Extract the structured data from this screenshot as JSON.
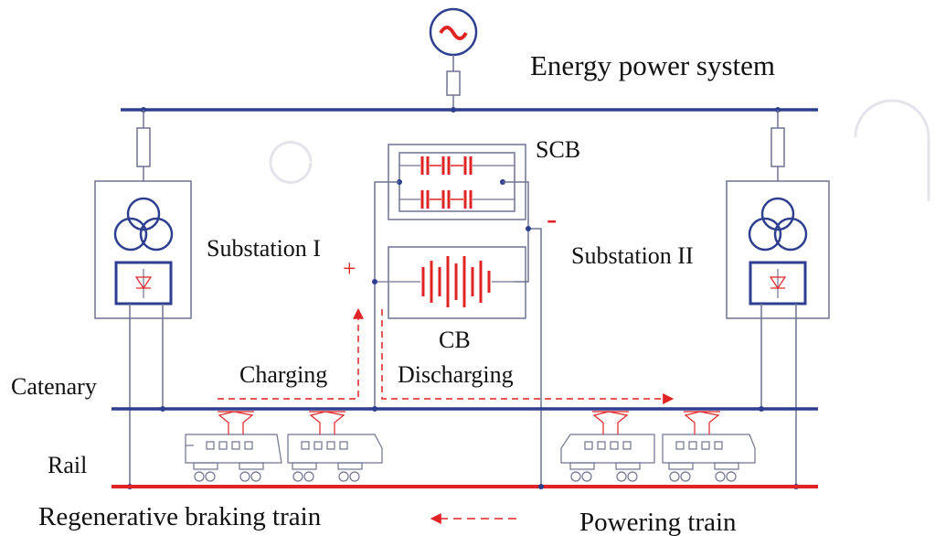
{
  "labels": {
    "energy_system": "Energy power system",
    "scb": "SCB",
    "substation_1": "Substation I",
    "substation_2": "Substation II",
    "cb": "CB",
    "plus": "+",
    "minus": "-",
    "charging": "Charging",
    "discharging": "Discharging",
    "catenary": "Catenary",
    "rail": "Rail",
    "regen_train": "Regenerative braking train",
    "powering_train": "Powering train"
  },
  "icons": {
    "source": "ac-source-icon",
    "transformer": "three-winding-transformer-icon",
    "rectifier": "rectifier-diode-icon",
    "supercapacitor": "capacitor-icon",
    "battery": "battery-icon",
    "train": "electric-locomotive-icon"
  },
  "colors": {
    "bus": "#2e3f8f",
    "wire": "#6f7390",
    "accent": "#e02424",
    "text": "#111111"
  }
}
